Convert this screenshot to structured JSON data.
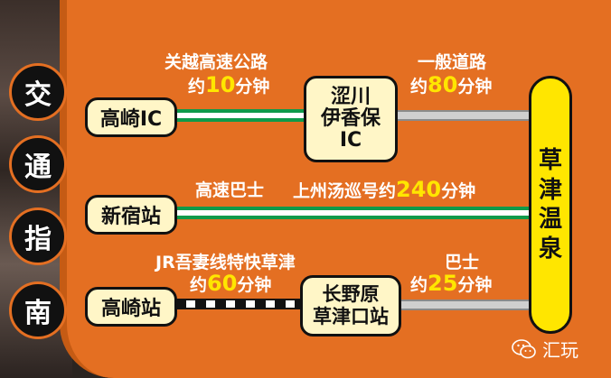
{
  "sidebar": {
    "chars": [
      "交",
      "通",
      "指",
      "南"
    ]
  },
  "stations": {
    "takasaki_ic": "高崎IC",
    "shibukawa_ic": [
      "涩川",
      "伊香保",
      "IC"
    ],
    "shinjuku": "新宿站",
    "takasaki_station": "高崎站",
    "naganohara": [
      "长野原",
      "草津口站"
    ]
  },
  "routes": {
    "r1_top": "关越高速公路",
    "r1_time_pre": "约",
    "r1_time_num": "10",
    "r1_time_suf": "分钟",
    "r2_top": "一般道路",
    "r2_time_pre": "约",
    "r2_time_num": "80",
    "r2_time_suf": "分钟",
    "r3_a": "高速巴士",
    "r3_b_pre": "上州汤巡号约",
    "r3_b_num": "240",
    "r3_b_suf": "分钟",
    "r4_top": "JR吾妻线特快草津",
    "r4_time_pre": "约",
    "r4_time_num": "60",
    "r4_time_suf": "分钟",
    "r5_top": "巴士",
    "r5_time_pre": "约",
    "r5_time_num": "25",
    "r5_time_suf": "分钟"
  },
  "destination": {
    "chars": [
      "草",
      "津",
      "温",
      "泉"
    ]
  },
  "watermark": "汇玩",
  "colors": {
    "panel": "#e46f22",
    "accent": "#ffe600",
    "road": "#0f9a4a"
  }
}
